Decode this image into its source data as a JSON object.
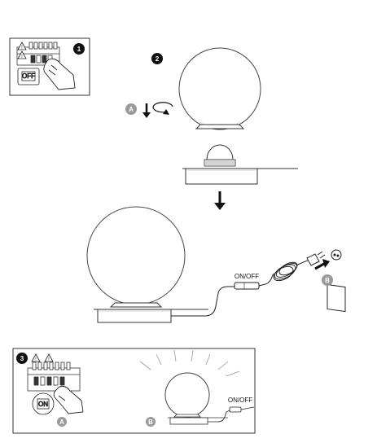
{
  "steps": {
    "step1": "1",
    "step2": "2",
    "step3": "3"
  },
  "markers": {
    "a_top": "A",
    "b_right": "B",
    "a_bottom": "A",
    "b_bottom": "B"
  },
  "labels": {
    "switch_main": "ON/OFF",
    "switch_small": "ON/OFF",
    "breaker_off": "OFF",
    "breaker_on": "ON"
  },
  "colors": {
    "line": "#222222",
    "badge_black": "#111111",
    "badge_gray": "#9a9a9a",
    "globe_edge": "#444444"
  }
}
